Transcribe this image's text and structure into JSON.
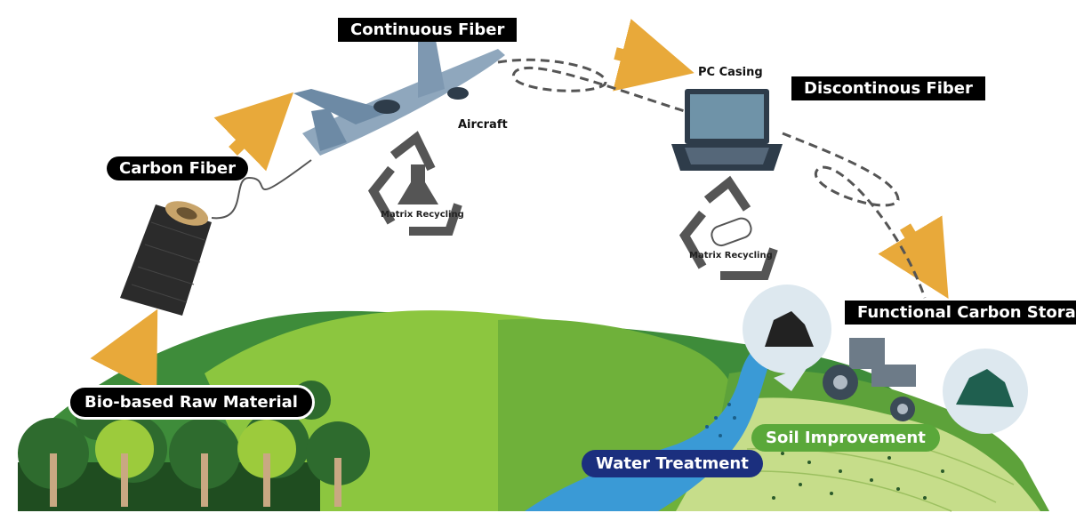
{
  "labels": {
    "continuous_fiber": "Continuous Fiber",
    "discontinuous_fiber": "Discontinous Fiber",
    "carbon_fiber": "Carbon Fiber",
    "bio_based": "Bio-based Raw Material",
    "functional_storage": "Functional Carbon Storage",
    "soil_improvement": "Soil Improvement",
    "water_treatment": "Water Treatment",
    "aircraft": "Aircraft",
    "pc_casing": "PC Casing",
    "matrix_recycling_1": "Matrix Recycling",
    "matrix_recycling_2": "Matrix Recycling"
  },
  "colors": {
    "arrow": "#E8A93A",
    "hill_dark": "#3E8C3A",
    "hill_light": "#8CC63F",
    "field": "#C6DD8A",
    "river": "#3A9AD6",
    "tag_black": "#000000",
    "pill_green": "#5AA83A",
    "pill_navy": "#1B2F7E"
  },
  "icons": [
    "bobbin-icon",
    "airplane-icon",
    "laptop-icon",
    "flask-icon",
    "fiber-cylinder-icon",
    "tractor-icon",
    "recycle-icon"
  ]
}
